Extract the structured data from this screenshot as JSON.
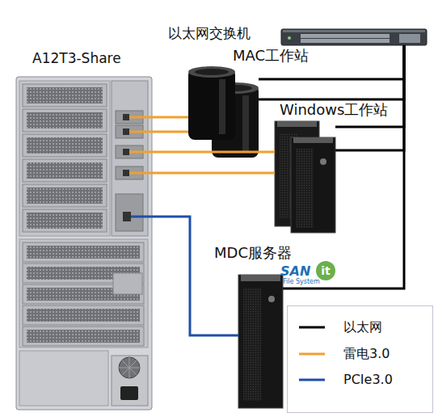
{
  "diagram": {
    "nodes": [
      {
        "text": [
          "以太网交换机"
        ]
      },
      {
        "text": [
          "A12T3-Share"
        ]
      },
      {
        "text": [
          "MAC工作站"
        ]
      },
      {
        "text": [
          "Windows工作站"
        ]
      },
      {
        "text": [
          "MDC服务器"
        ]
      }
    ],
    "edges": [
      {
        "from": 1,
        "to": 2,
        "arrow": "none"
      },
      {
        "from": 1,
        "to": 2,
        "arrow": "none"
      },
      {
        "from": 1,
        "to": 3,
        "arrow": "none"
      },
      {
        "from": 1,
        "to": 3,
        "arrow": "none"
      },
      {
        "from": 1,
        "to": 4,
        "arrow": "none"
      },
      {
        "from": 0,
        "to": 2,
        "arrow": "none"
      },
      {
        "from": 0,
        "to": 2,
        "arrow": "none"
      },
      {
        "from": 0,
        "to": 3,
        "arrow": "none"
      },
      {
        "from": 0,
        "to": 3,
        "arrow": "none"
      },
      {
        "from": 0,
        "to": 4,
        "arrow": "none"
      }
    ],
    "labels": [
      "SAN",
      "it",
      "File System"
    ],
    "legend": [
      {
        "text": "以太网"
      },
      {
        "text": "雷电3.0"
      },
      {
        "text": "PCIe3.0"
      }
    ]
  }
}
